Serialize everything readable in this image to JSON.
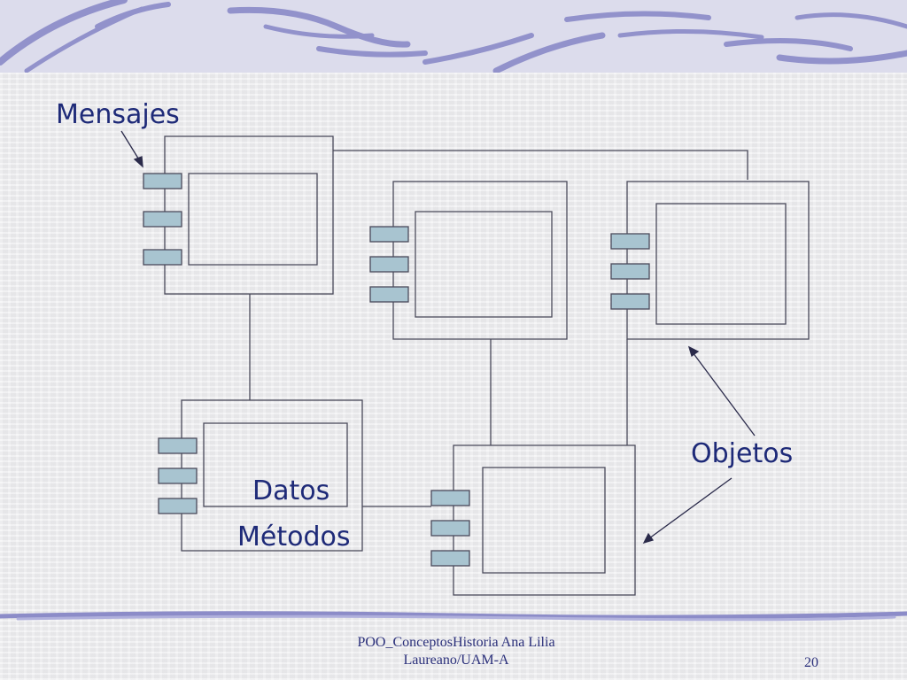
{
  "labels": {
    "mensajes": "Mensajes",
    "objetos": "Objetos",
    "datos": "Datos",
    "metodos": "Métodos"
  },
  "footer": {
    "text_line1": "POO_ConceptosHistoria Ana Lilia",
    "text_line2": "Laureano/UAM-A",
    "page_number": "20"
  },
  "colors": {
    "line": "#4a4a5a",
    "port_fill": "#a8c4d0",
    "label_text": "#1e2a78",
    "banner_swirl": "#7e7ec0"
  }
}
